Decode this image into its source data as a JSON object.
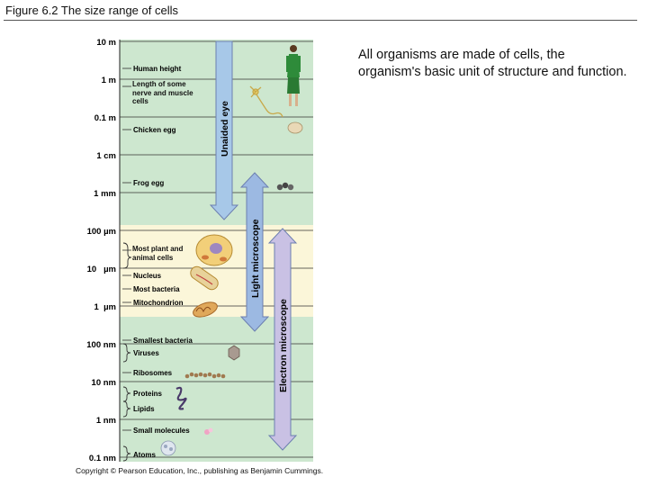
{
  "figure_title": "Figure 6.2  The size range of cells",
  "description": "All organisms are made of cells, the organism's basic unit of structure and function.",
  "copyright": "Copyright © Pearson Education, Inc., publishing as Benjamin Cummings.",
  "scale": {
    "ticks": [
      "10 m",
      "1 m",
      "0.1 m",
      "1 cm",
      "1 mm",
      "100 µm",
      "10   µm",
      "1  µm",
      "100 nm",
      "10 nm",
      "1 nm",
      "0.1 nm"
    ],
    "objects": [
      "Human height",
      "Length of some nerve and muscle cells",
      "Chicken egg",
      "Frog egg",
      "Most plant and animal cells",
      "Nucleus",
      "Most bacteria",
      "Mitochondrion",
      "Smallest bacteria",
      "Viruses",
      "Ribosomes",
      "Proteins",
      "Lipids",
      "Small molecules",
      "Atoms"
    ]
  },
  "arrows": {
    "unaided_eye": "Unaided eye",
    "light_microscope": "Light microscope",
    "electron_microscope": "Electron microscope"
  },
  "colors": {
    "green_band": "#cde7cf",
    "yellow_band": "#fbf6d9",
    "unaided_arrow": "#a7c8e8",
    "light_arrow": "#9cb9e2",
    "electron_arrow": "#c9c1e4",
    "arrow_stroke": "#6c7fb0"
  }
}
